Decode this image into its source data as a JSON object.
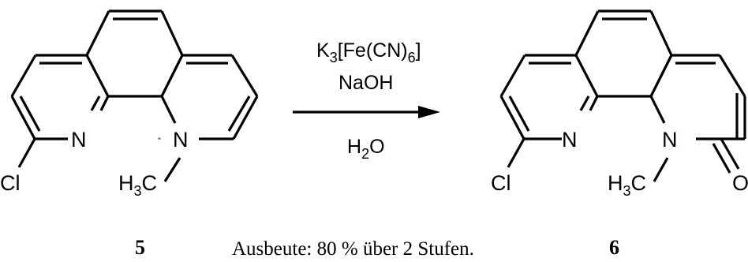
{
  "reactant": {
    "label": "5",
    "atoms": {
      "chloro": "Cl",
      "n_left": "N",
      "n_right": "N",
      "methyl": "H",
      "methyl_sub": "3",
      "methyl_c": "C",
      "stray_mark": "”"
    }
  },
  "product": {
    "label": "6",
    "atoms": {
      "chloro": "Cl",
      "n_left": "N",
      "n_right": "N",
      "methyl": "H",
      "methyl_sub": "3",
      "methyl_c": "C",
      "oxygen": "O"
    }
  },
  "conditions": {
    "reagent1_main": "K",
    "reagent1_sub1": "3",
    "reagent1_mid": "[Fe(CN)",
    "reagent1_sub2": "6",
    "reagent1_end": "]",
    "reagent2": "NaOH",
    "solvent_main": "H",
    "solvent_sub": "2",
    "solvent_end": "O"
  },
  "yield_text": "Ausbeute: 80 % über 2 Stufen."
}
